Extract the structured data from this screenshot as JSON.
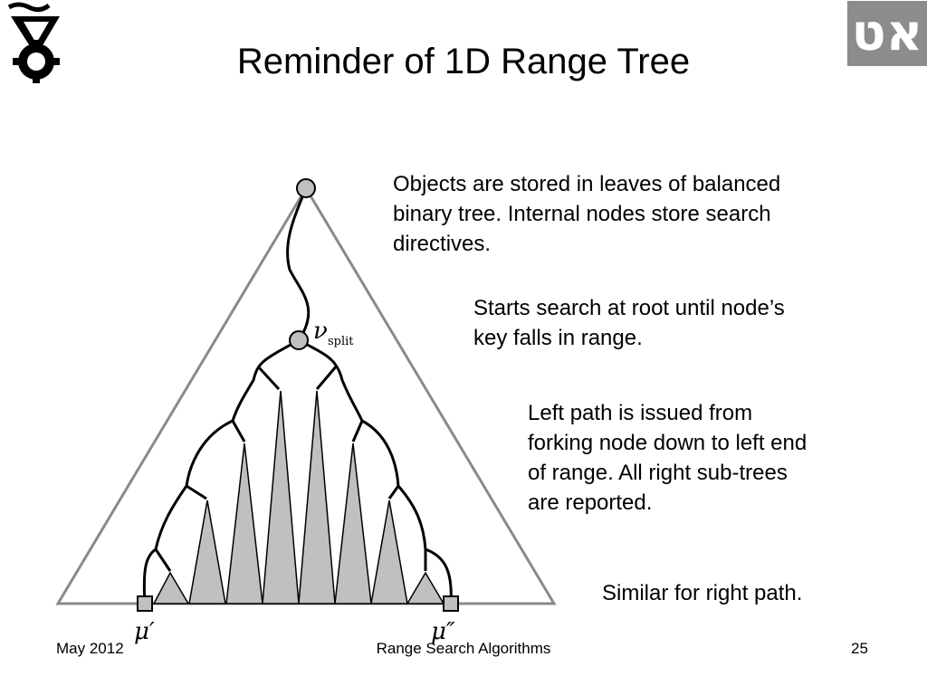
{
  "slide": {
    "title": "Reminder of 1D Range Tree",
    "logo_left_icon": "technion-logo-icon",
    "logo_right_icon": "hebrew-letters-logo-icon",
    "logo_right_glyph": "אט"
  },
  "text_blocks": [
    {
      "lines": [
        "Objects are stored in leaves of balanced",
        "binary tree. Internal nodes store search",
        "directives."
      ]
    },
    {
      "lines": [
        "Starts search at root until node’s",
        "key falls in range."
      ]
    },
    {
      "lines": [
        "Left path is issued from",
        "forking node down to left end",
        "of range. All right sub-trees",
        "are reported."
      ]
    },
    {
      "lines": [
        "Similar for right path."
      ]
    }
  ],
  "diagram": {
    "split_label": "ν",
    "split_subscript": "split",
    "mu_prime_label": "μ′",
    "mu_double_prime_label": "μ″",
    "outline_color": "#8a8a8a",
    "subtree_fill": "#c0c0c0",
    "node_fill": "#c0c0c0"
  },
  "footer": {
    "left": "May 2012",
    "center": "Range Search Algorithms",
    "right": "25"
  }
}
